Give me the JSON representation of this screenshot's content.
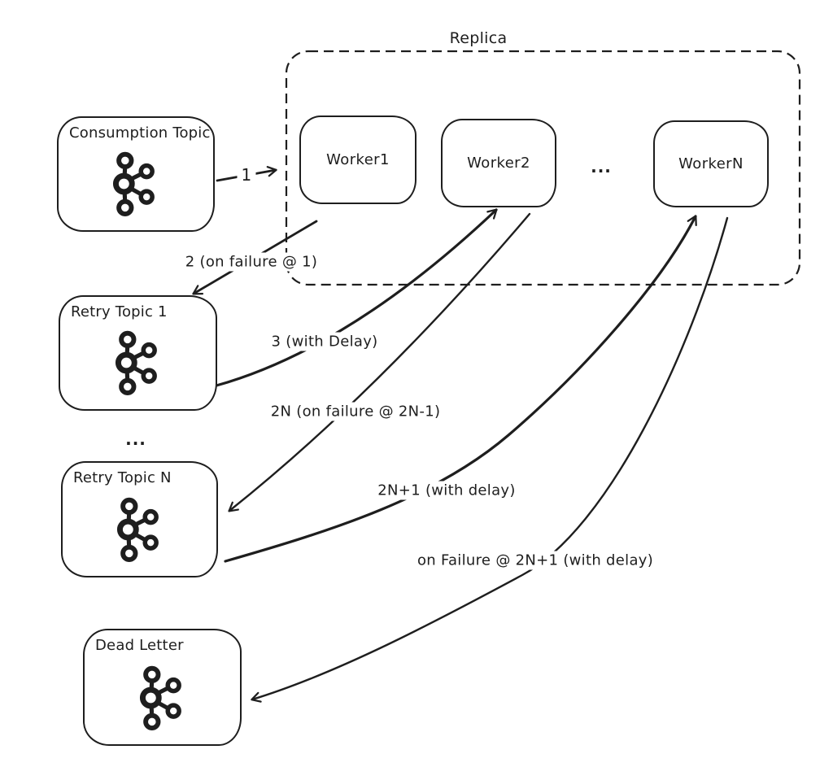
{
  "diagram": {
    "replica": {
      "label": "Replica"
    },
    "nodes": {
      "consumption": {
        "title": "Consumption Topic"
      },
      "worker1": {
        "label": "Worker1"
      },
      "worker2": {
        "label": "Worker2"
      },
      "workerN": {
        "label": "WorkerN"
      },
      "retry1": {
        "title": "Retry Topic 1"
      },
      "retryN": {
        "title": "Retry Topic N"
      },
      "deadletter": {
        "title": "Dead Letter"
      }
    },
    "ellipsis_workers": "...",
    "ellipsis_retry": "...",
    "edges": {
      "e1": {
        "label": "1"
      },
      "e2": {
        "label": "2 (on failure @ 1)"
      },
      "e3": {
        "label": "3 (with Delay)"
      },
      "e4": {
        "label": "2N (on failure @ 2N-1)"
      },
      "e5": {
        "label": "2N+1 (with delay)"
      },
      "e6": {
        "label": "on Failure @ 2N+1 (with delay)"
      }
    },
    "colors": {
      "ink": "#1e1e1e",
      "background": "#ffffff"
    },
    "icon_name": "kafka-icon"
  }
}
